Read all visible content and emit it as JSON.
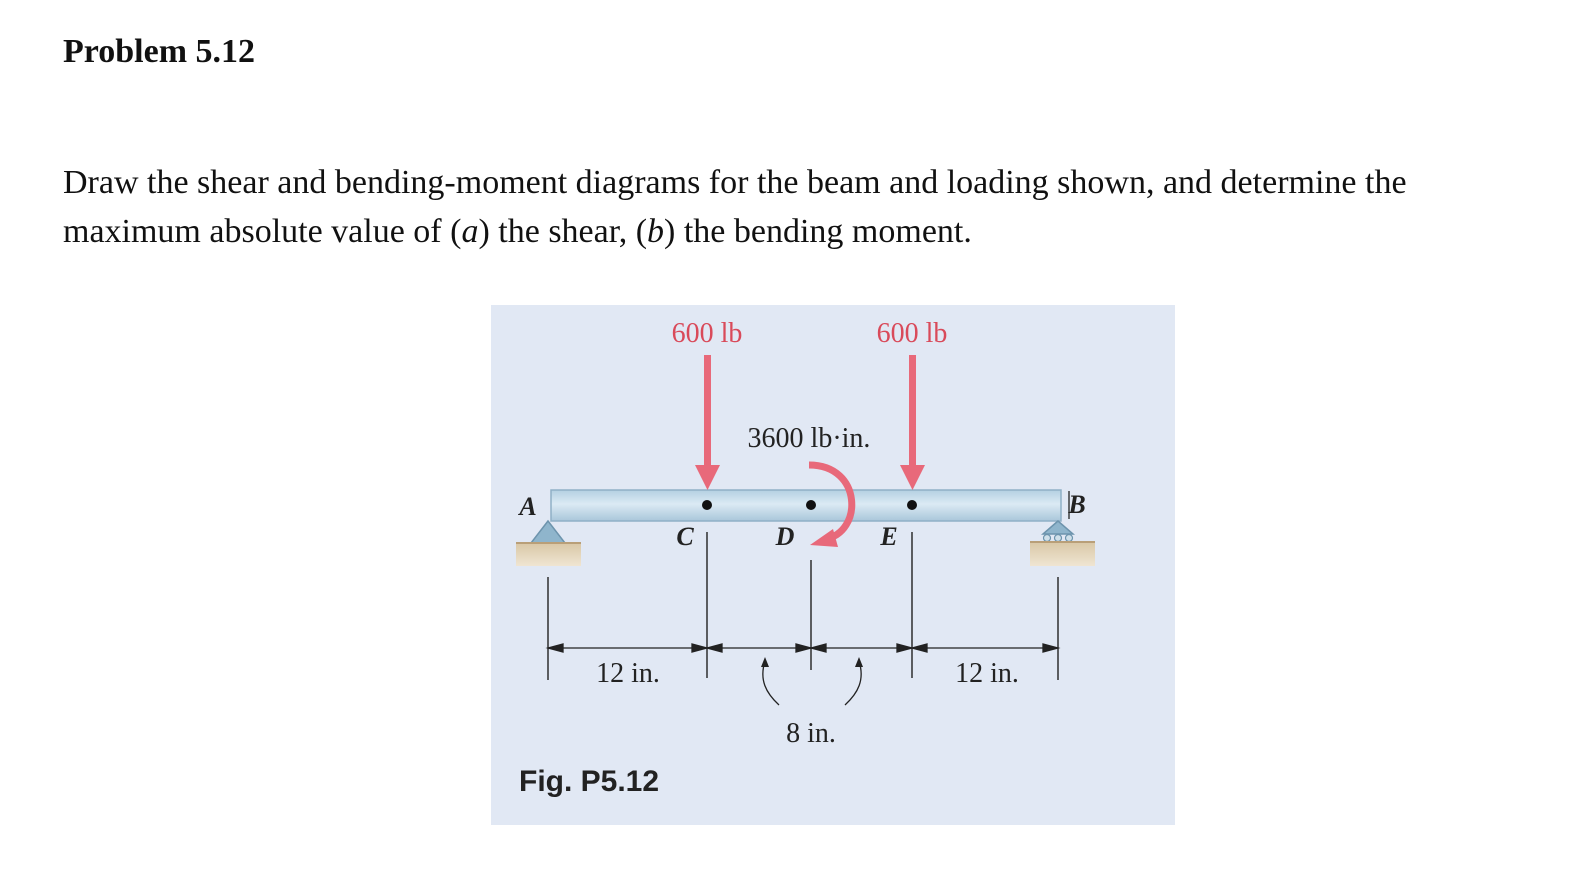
{
  "problem": {
    "title": "Problem 5.12",
    "text_part1": "Draw the shear and bending-moment diagrams for the beam and loading shown, and determine the maximum absolute value of (",
    "part_a": "a",
    "text_part2": ") the shear, (",
    "part_b": "b",
    "text_part3": ") the bending moment."
  },
  "figure": {
    "caption": "Fig. P5.12",
    "loads": {
      "force_c": "600 lb",
      "force_e": "600 lb",
      "couple_d": "3600 lb·in."
    },
    "points": {
      "a": "A",
      "b": "B",
      "c": "C",
      "d": "D",
      "e": "E"
    },
    "dimensions": {
      "ac": "12 in.",
      "eb": "12 in.",
      "cd_de": "8 in."
    },
    "colors": {
      "load": "#e8697a",
      "beam": "#c6dcea",
      "background": "#e1e8f4"
    }
  }
}
